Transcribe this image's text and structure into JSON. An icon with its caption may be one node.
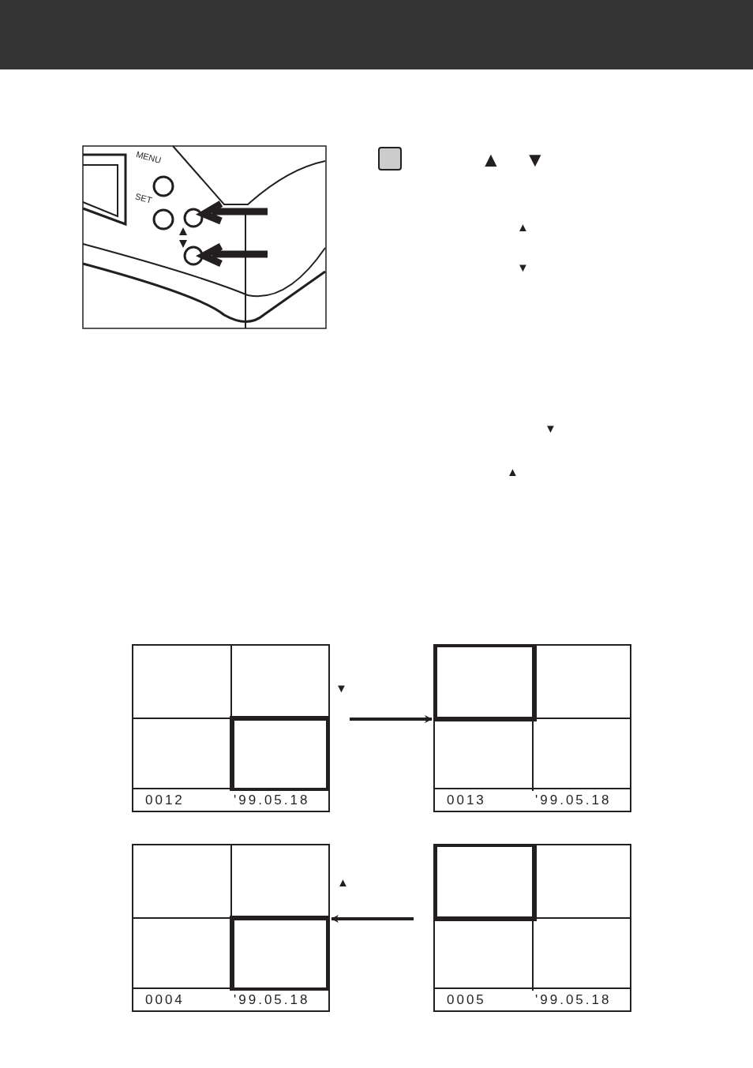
{
  "diagram": {
    "nodes": [
      {
        "text": [
          "0012",
          "'99.05.18"
        ]
      },
      {
        "text": [
          "0013",
          "'99.05.18"
        ]
      },
      {
        "text": [
          "0004",
          "'99.05.18"
        ]
      },
      {
        "text": [
          "0005",
          "'99.05.18"
        ]
      }
    ],
    "edges": [
      {
        "from": 0,
        "to": 1,
        "arrow": "to"
      },
      {
        "from": 3,
        "to": 2,
        "arrow": "to"
      }
    ],
    "labels": [
      "MENU",
      "SET",
      "▲",
      "▼",
      "▲",
      "▼",
      "▼",
      "▲",
      "▼",
      "▲"
    ]
  }
}
